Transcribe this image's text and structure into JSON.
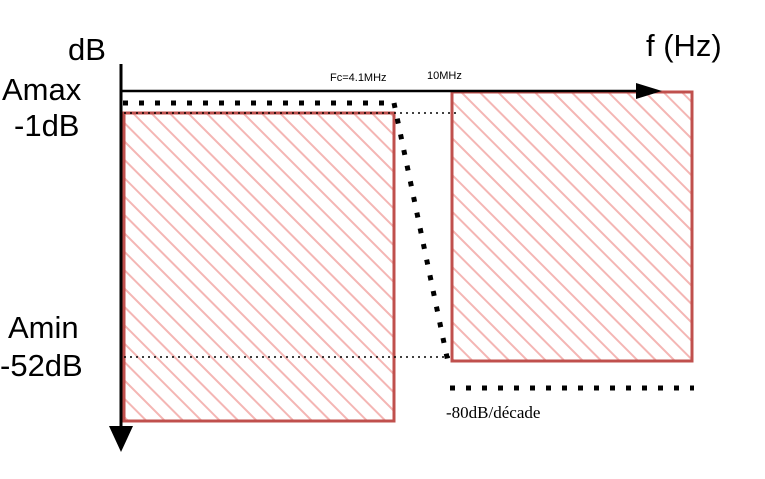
{
  "axes": {
    "y_label": "dB",
    "x_label": "f (Hz)"
  },
  "levels": {
    "amax_name": "Amax",
    "amax_value": "-1dB",
    "amin_name": "Amin",
    "amin_value": "-52dB"
  },
  "frequencies": {
    "cutoff": "Fc=4.1MHz",
    "stop": "10MHz"
  },
  "slope_label": "-80dB/décade",
  "colors": {
    "forbidden_zone_stroke": "#c0504d",
    "forbidden_zone_hatch": "#f4b6b4",
    "axis": "#000000"
  }
}
